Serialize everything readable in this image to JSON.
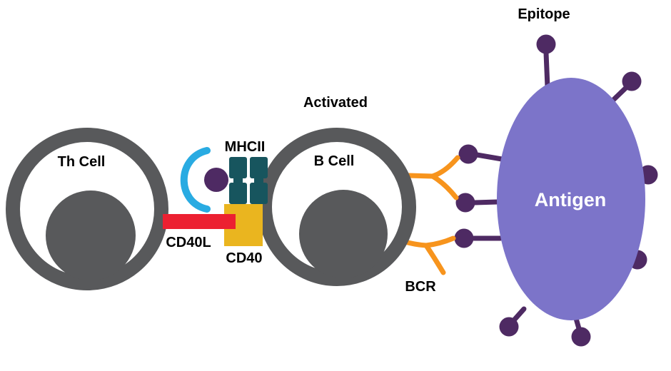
{
  "labels": {
    "epitope": "Epitope",
    "activated": "Activated",
    "b_cell": "B Cell",
    "th_cell": "Th Cell",
    "mhcii": "MHCII",
    "cd40l": "CD40L",
    "cd40": "CD40",
    "bcr": "BCR",
    "antigen": "Antigen"
  },
  "colors": {
    "background": "#ffffff",
    "cell_gray": "#58595b",
    "antigen_purple": "#7c74c9",
    "epitope_purple": "#4e2a63",
    "tcr_cyan": "#29abe2",
    "cd40l_red": "#ec2031",
    "cd40_yellow": "#eab51f",
    "mhcii_teal": "#17555e",
    "bcr_orange": "#f7941d",
    "label_black": "#000000",
    "antigen_label_white": "#ffffff"
  }
}
